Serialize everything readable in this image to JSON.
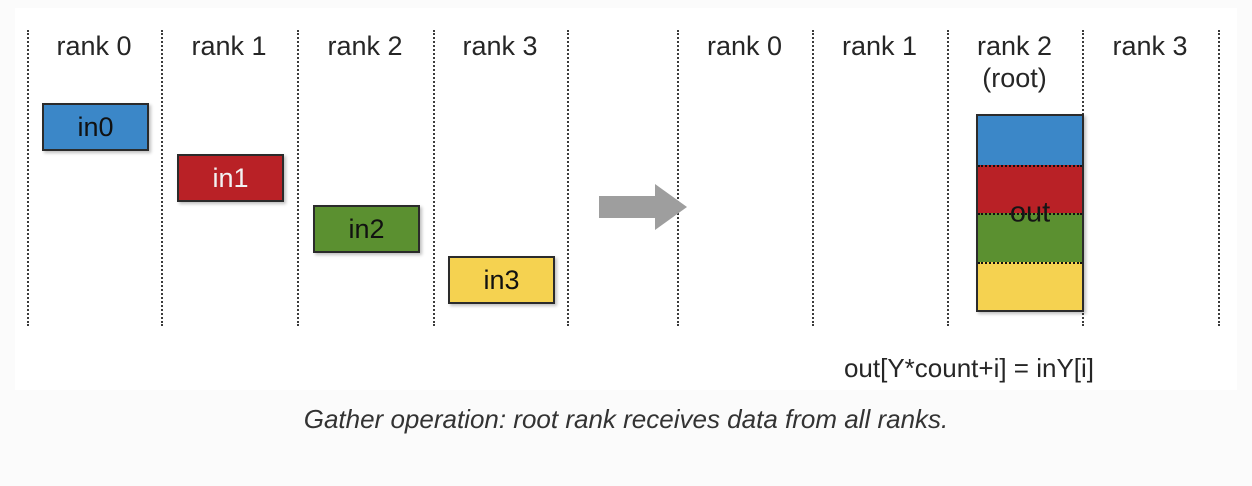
{
  "diagram": {
    "title_caption": "Gather operation: root rank receives data from all ranks.",
    "formula": "out[Y*count+i] = inY[i]",
    "arrow_name": "right-arrow-icon",
    "arrow_color": "#9e9e9e",
    "left_group": {
      "headers": [
        "rank 0",
        "rank 1",
        "rank 2",
        "rank 3"
      ],
      "boxes": [
        {
          "label": "in0",
          "color": "#3b87c8",
          "text_color": "#111111"
        },
        {
          "label": "in1",
          "color": "#b92126",
          "text_color": "#f2f2f2"
        },
        {
          "label": "in2",
          "color": "#5b9030",
          "text_color": "#111111"
        },
        {
          "label": "in3",
          "color": "#f5d250",
          "text_color": "#111111"
        }
      ]
    },
    "right_group": {
      "headers": [
        "rank 0",
        "rank 1",
        "rank 2\n(root)",
        "rank 3"
      ],
      "out_label": "out",
      "out_segments": [
        {
          "color": "#3b87c8"
        },
        {
          "color": "#b92126"
        },
        {
          "color": "#5b9030"
        },
        {
          "color": "#f5d250"
        }
      ]
    }
  }
}
